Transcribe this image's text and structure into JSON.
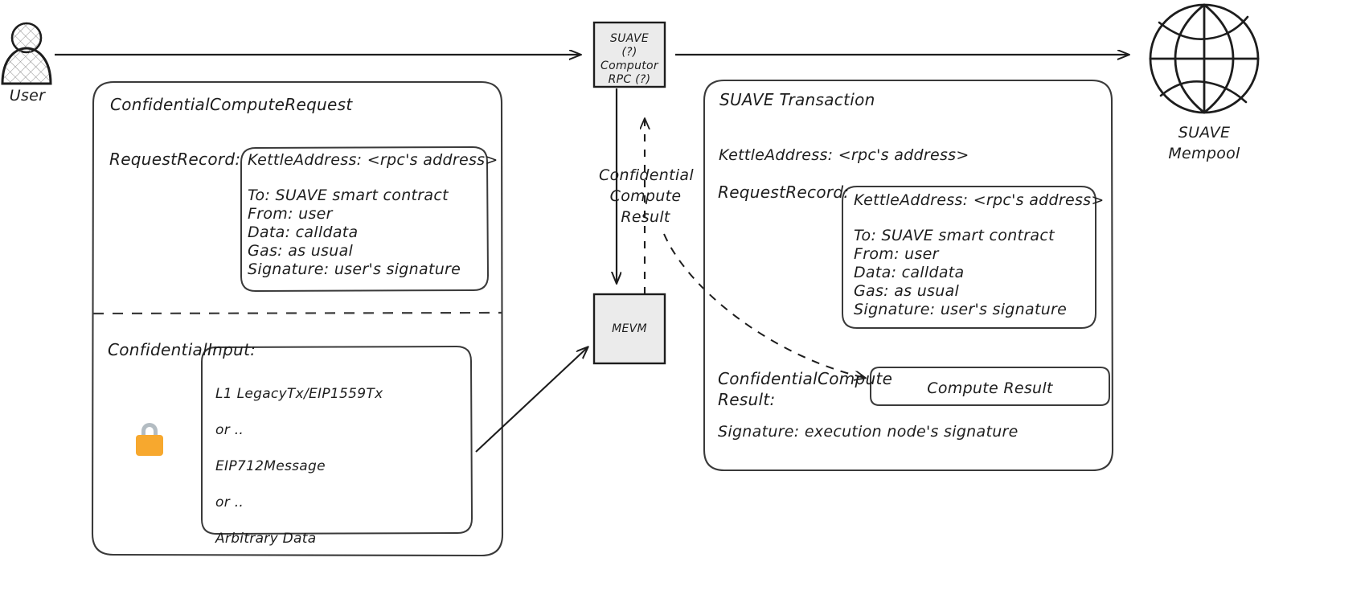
{
  "diagram": {
    "title": "SUAVE Confidential Compute Request flow",
    "colors": {
      "stroke": "#1d1d1d",
      "box_fill": "#ebebeb",
      "lock_body": "#f7a82e",
      "lock_shackle": "#b3bcc2",
      "background": "#ffffff"
    }
  },
  "user": {
    "label": "User",
    "icon": "person-icon"
  },
  "ccr": {
    "title": "ConfidentialComputeRequest",
    "request_record_label": "RequestRecord:",
    "request_record": {
      "kettle": "KettleAddress: <rpc's address>",
      "fields": [
        "To: SUAVE smart contract",
        "From: user",
        "Data: calldata",
        "Gas: as usual",
        "Signature: user's signature"
      ]
    },
    "confidential_input_label": "ConfidentialInput:",
    "confidential_input": {
      "lock_icon": "lock-icon",
      "lines": [
        "L1 LegacyTx/EIP1559Tx",
        "or ..",
        "EIP712Message",
        "or ..",
        "Arbitrary Data"
      ]
    }
  },
  "rpc_node": {
    "lines": [
      "SUAVE",
      "(?)",
      "Computor",
      "RPC (?)"
    ]
  },
  "mevm_node": {
    "label": "MEVM"
  },
  "edges": {
    "confidential_compute_result": "Confidential\nCompute\nResult"
  },
  "suave_tx": {
    "title": "SUAVE Transaction",
    "kettle": "KettleAddress: <rpc's address>",
    "request_record_label": "RequestRecord:",
    "request_record": {
      "kettle": "KettleAddress: <rpc's address>",
      "fields": [
        "To: SUAVE smart contract",
        "From: user",
        "Data: calldata",
        "Gas: as usual",
        "Signature: user's signature"
      ]
    },
    "ccr_label": "ConfidentialCompute\nResult:",
    "compute_result_box": "Compute Result",
    "signature": "Signature: execution node's signature"
  },
  "mempool": {
    "icon": "globe-icon",
    "label": "SUAVE\nMempool"
  }
}
